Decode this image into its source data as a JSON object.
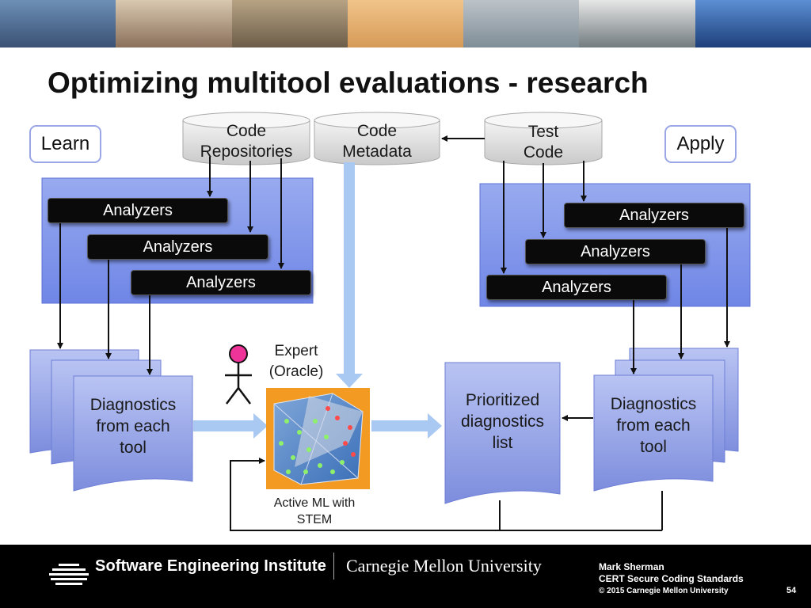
{
  "title": "Optimizing multitool evaluations - research",
  "labels": {
    "learn": "Learn",
    "apply": "Apply"
  },
  "databases": {
    "repositories": [
      "Code",
      "Repositories"
    ],
    "metadata": [
      "Code",
      "Metadata"
    ],
    "test": [
      "Test",
      "Code"
    ]
  },
  "analyzer_label": "Analyzers",
  "diagnostics": [
    "Diagnostics",
    "from each",
    "tool"
  ],
  "prioritized": [
    "Prioritized",
    "diagnostics",
    "list"
  ],
  "expert": [
    "Expert",
    "(Oracle)"
  ],
  "ml": [
    "Active ML with",
    "STEM"
  ],
  "footer": {
    "sei": "Software Engineering Institute",
    "cmu": "Carnegie Mellon University",
    "credit_name": "Mark Sherman",
    "credit_title": "CERT Secure Coding Standards",
    "copyright": "© 2015 Carnegie Mellon University",
    "page": "54"
  },
  "colors": {
    "accent_blue": "#8aa0ee",
    "light_arrow": "#a9c8f2",
    "stick_head": "#ee3399",
    "ml_box": "#f29a21"
  }
}
